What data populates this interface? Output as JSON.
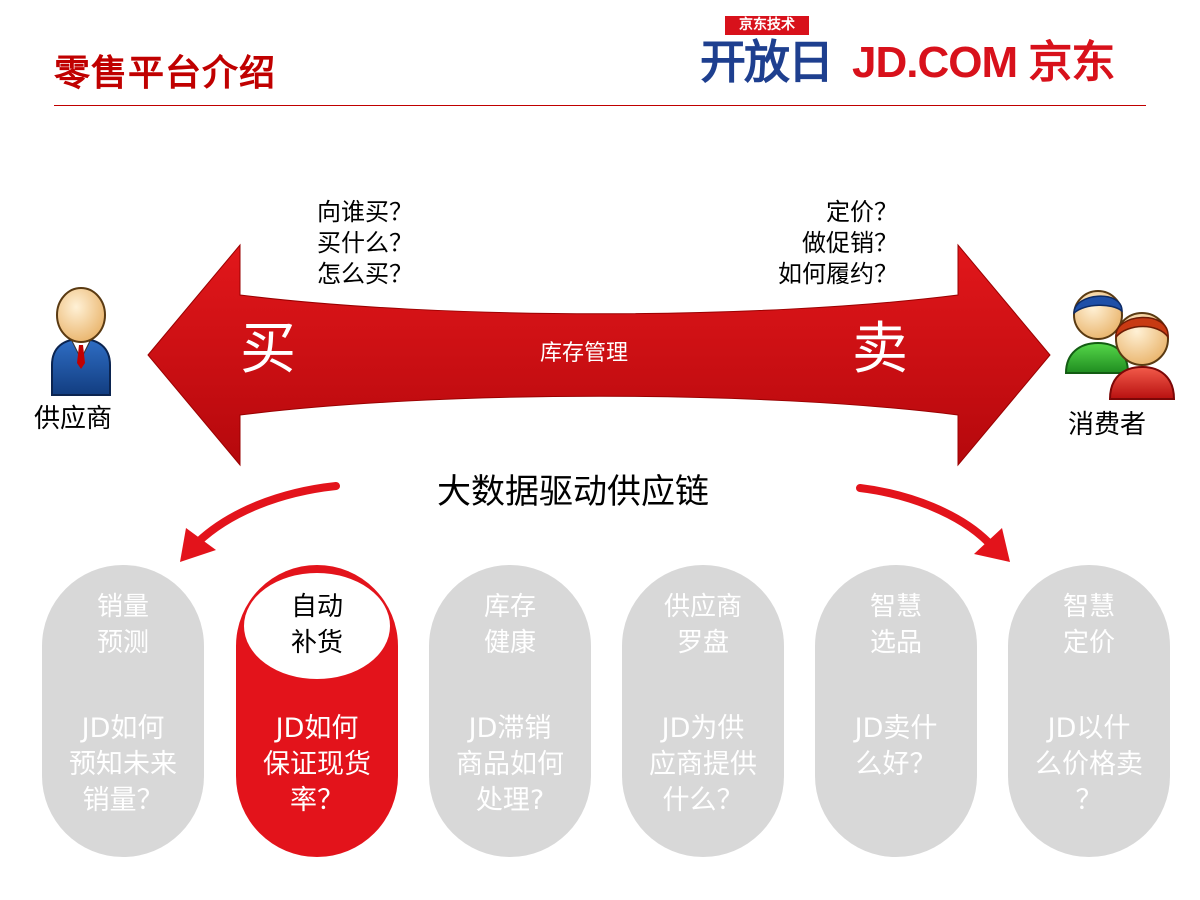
{
  "header": {
    "title": "零售平台介绍",
    "logo_kaifang_top": "京东技术",
    "logo_kaifang_main": "开放日",
    "logo_jd": "JD.COM 京东",
    "accent_color": "#c00000"
  },
  "questions": {
    "left": [
      "向谁买？",
      "买什么？",
      "怎么买？"
    ],
    "right": [
      "定价？",
      "做促销？",
      "如何履约？"
    ]
  },
  "arrow": {
    "buy": "买",
    "sell": "卖",
    "middle": "库存管理",
    "color": "#c00000"
  },
  "actors": {
    "supplier": "供应商",
    "supplier_icon": "businessman-icon",
    "consumer": "消费者",
    "consumer_icon": "users-icon"
  },
  "subtitle": "大数据驱动供应链",
  "modules": [
    {
      "head": [
        "销量",
        "预测"
      ],
      "body": [
        "JD如何",
        "预知未来",
        "销量？"
      ],
      "active": false
    },
    {
      "head": [
        "自动",
        "补货"
      ],
      "body": [
        "JD如何",
        "保证现货",
        "率？"
      ],
      "active": true
    },
    {
      "head": [
        "库存",
        "健康"
      ],
      "body": [
        "JD滞销",
        "商品如何",
        "处理?"
      ],
      "active": false
    },
    {
      "head": [
        "供应商",
        "罗盘"
      ],
      "body": [
        "JD为供",
        "应商提供",
        "什么？"
      ],
      "active": false
    },
    {
      "head": [
        "智慧",
        "选品"
      ],
      "body": [
        "JD卖什",
        "么好？"
      ],
      "active": false
    },
    {
      "head": [
        "智慧",
        "定价"
      ],
      "body": [
        "JD以什",
        "么价格卖",
        "？"
      ],
      "active": false
    }
  ],
  "colors": {
    "active_pill": "#e3131b",
    "inactive_pill": "#d8d8d8"
  }
}
